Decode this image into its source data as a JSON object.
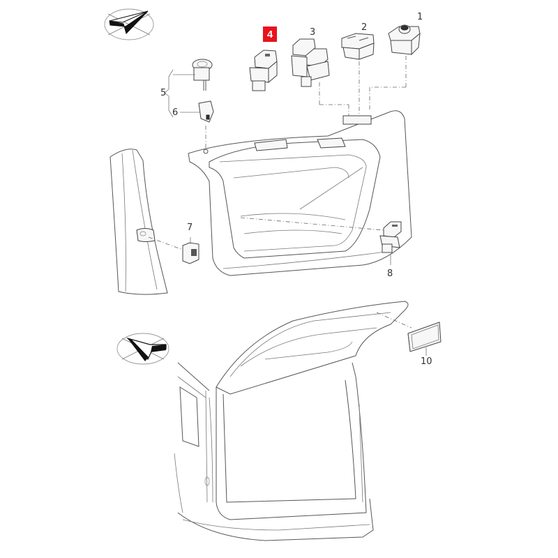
{
  "diagram": {
    "type": "exploded parts diagram",
    "subject": "Door and tailgate window/lock switches",
    "highlight_color": "#e8121c",
    "highlighted_part": "4",
    "views": [
      {
        "name": "front-door-view",
        "orientation_icon": "direction-arrow-icon"
      },
      {
        "name": "tailgate-view",
        "orientation_icon": "direction-arrow-icon"
      }
    ],
    "callouts": [
      {
        "id": "1",
        "label": "1",
        "part": "mirror adjustment switch"
      },
      {
        "id": "2",
        "label": "2",
        "part": "double window switch"
      },
      {
        "id": "3",
        "label": "3",
        "part": "double window switch"
      },
      {
        "id": "4",
        "label": "4",
        "part": "single window switch",
        "highlighted": true
      },
      {
        "id": "5",
        "label": "5",
        "part": "lock cylinder assembly"
      },
      {
        "id": "6",
        "label": "6",
        "part": "lock bracket"
      },
      {
        "id": "7",
        "label": "7",
        "part": "pillar switch"
      },
      {
        "id": "8",
        "label": "8",
        "part": "single window switch (rear door)"
      },
      {
        "id": "10",
        "label": "10",
        "part": "tailgate switch / light"
      }
    ]
  }
}
